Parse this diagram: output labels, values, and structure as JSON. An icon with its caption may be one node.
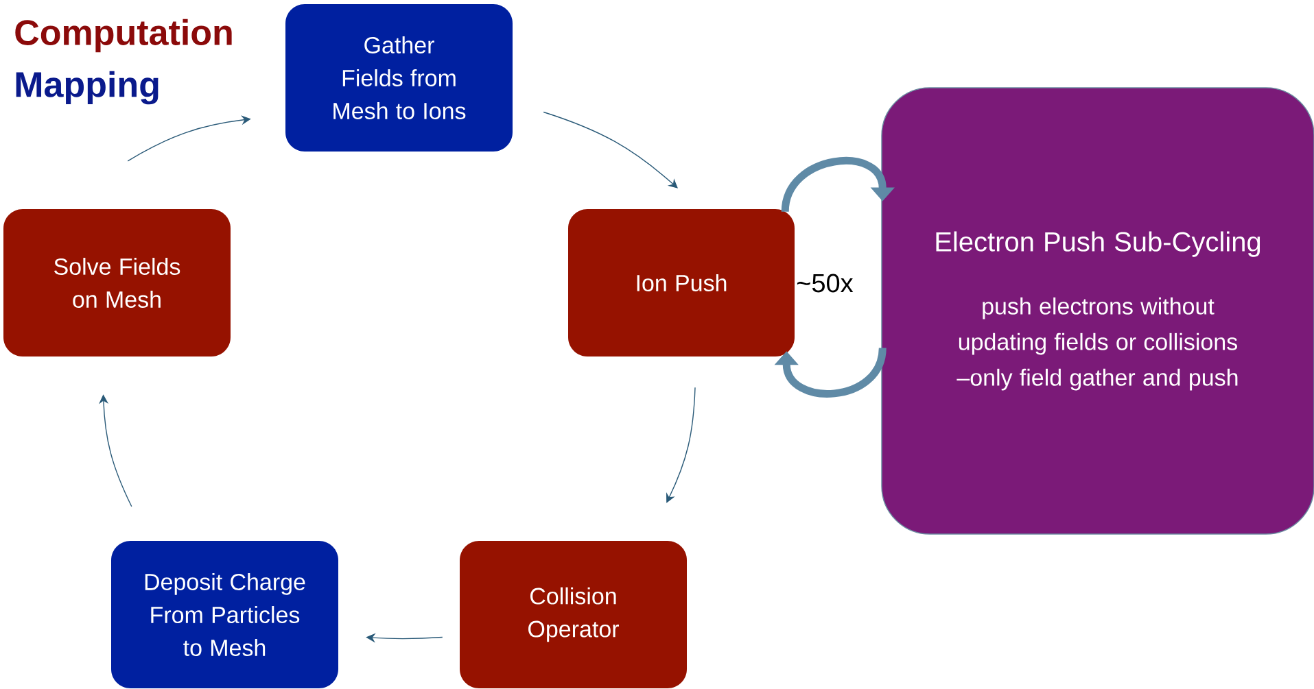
{
  "diagram": {
    "nodes": [
      {
        "text": [
          "Gather Fields from Mesh to Ions"
        ]
      },
      {
        "text": [
          "Ion Push"
        ]
      },
      {
        "text": [
          "Electron Push Sub-Cycling",
          "push electrons without updating fields or collisions –only field gather and push"
        ]
      },
      {
        "text": [
          "Collision Operator"
        ]
      },
      {
        "text": [
          "Deposit Charge From Particles to Mesh"
        ]
      },
      {
        "text": [
          "Solve Fields on Mesh"
        ]
      }
    ],
    "edges": [
      {
        "from": 0,
        "to": 1,
        "arrow": "to"
      },
      {
        "from": 1,
        "to": 3,
        "arrow": "to"
      },
      {
        "from": 3,
        "to": 4,
        "arrow": "to"
      },
      {
        "from": 4,
        "to": 5,
        "arrow": "to"
      },
      {
        "from": 5,
        "to": 0,
        "arrow": "to"
      },
      {
        "from": 1,
        "to": 2,
        "arrow": "to",
        "style": "thick",
        "color": "#5f8aa6"
      },
      {
        "from": 2,
        "to": 1,
        "arrow": "to",
        "style": "thick",
        "color": "#5f8aa6"
      }
    ],
    "labels": [
      "Computation",
      "Mapping",
      "~50x"
    ]
  }
}
